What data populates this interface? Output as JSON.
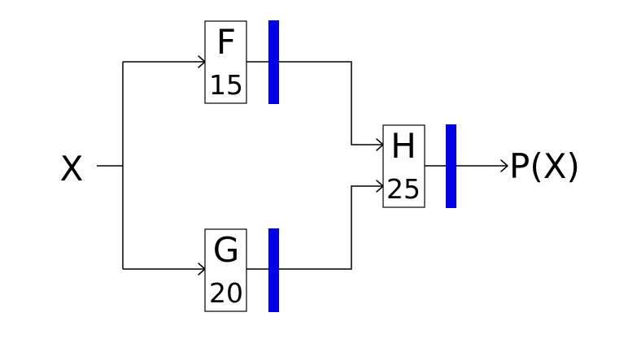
{
  "input_label": "X",
  "output_label": "P(X)",
  "colors": {
    "register": "#0000e6",
    "line": "#000000",
    "background": "#ffffff"
  },
  "nodes": {
    "f": {
      "name": "F",
      "value": "15"
    },
    "g": {
      "name": "G",
      "value": "20"
    },
    "h": {
      "name": "H",
      "value": "25"
    }
  }
}
